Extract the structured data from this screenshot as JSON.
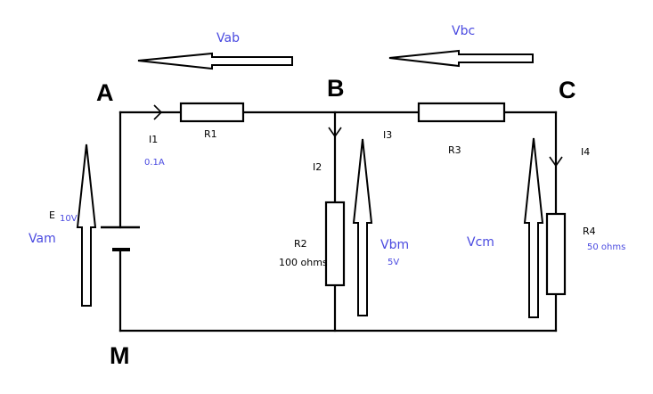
{
  "colors": {
    "ink": "#000000",
    "annotation": "#4a4ae0"
  },
  "nodes": {
    "a": "A",
    "b": "B",
    "c": "C",
    "m": "M"
  },
  "components": {
    "source": {
      "name": "E",
      "value": "10V"
    },
    "r1": {
      "name": "R1"
    },
    "r2": {
      "name": "R2",
      "value": "100 ohms"
    },
    "r3": {
      "name": "R3"
    },
    "r4": {
      "name": "R4",
      "value": "50 ohms"
    }
  },
  "currents": {
    "i1": {
      "name": "I1",
      "value": "0.1A"
    },
    "i2": {
      "name": "I2"
    },
    "i3": {
      "name": "I3"
    },
    "i4": {
      "name": "I4"
    }
  },
  "voltages": {
    "vab": {
      "name": "Vab"
    },
    "vbc": {
      "name": "Vbc"
    },
    "vam": {
      "name": "Vam"
    },
    "vbm": {
      "name": "Vbm",
      "value": "5V"
    },
    "vcm": {
      "name": "Vcm"
    }
  }
}
